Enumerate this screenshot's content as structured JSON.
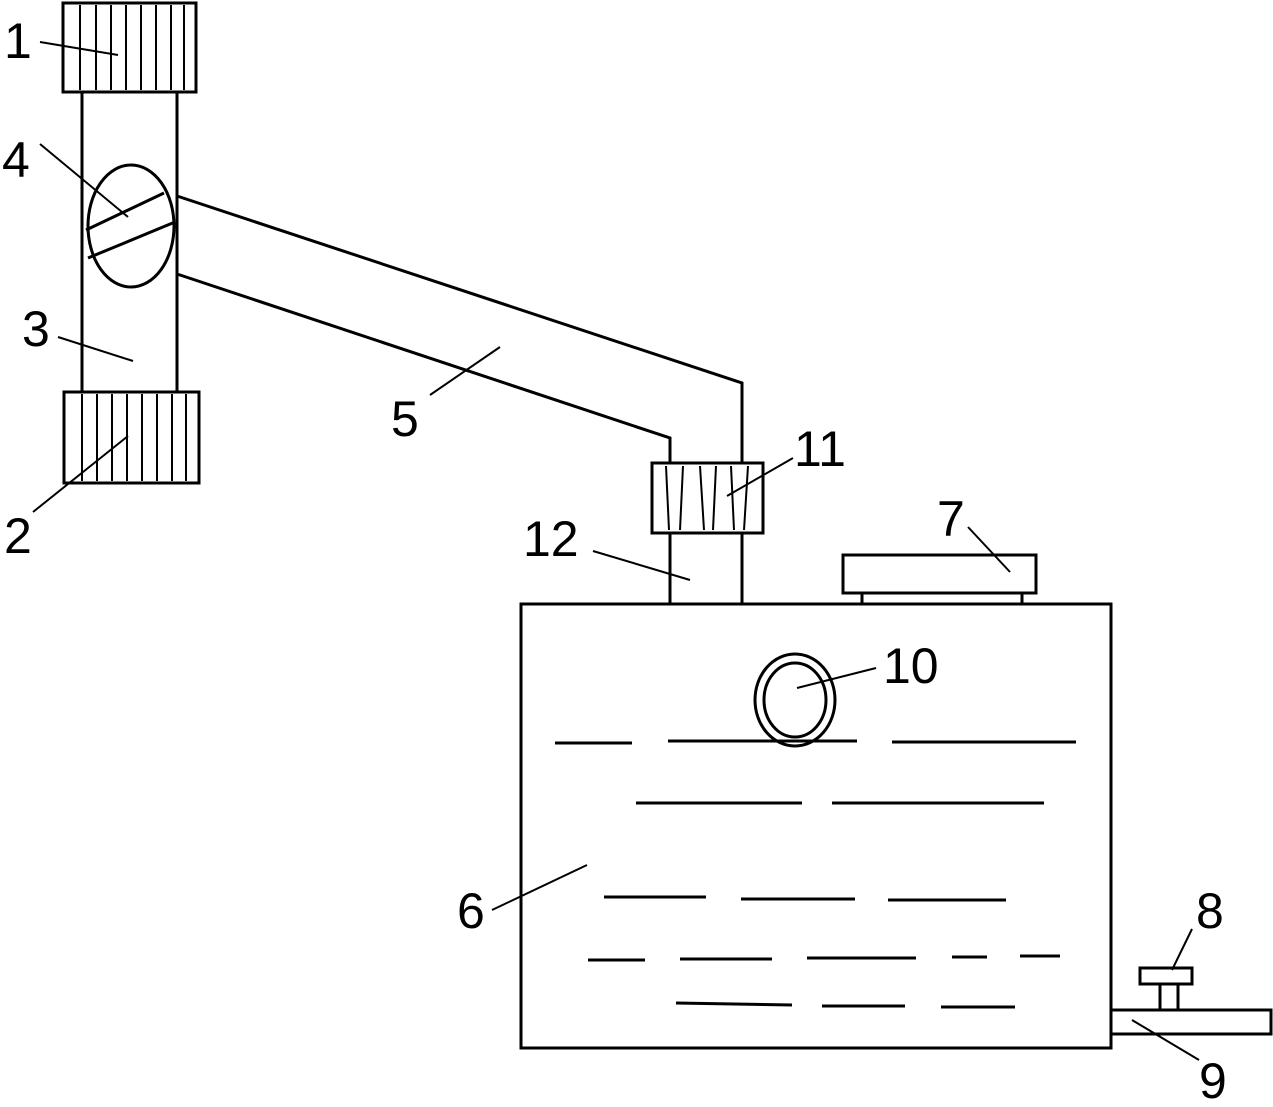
{
  "labels": {
    "l1": "1",
    "l2": "2",
    "l3": "3",
    "l4": "4",
    "l5": "5",
    "l6": "6",
    "l7": "7",
    "l8": "8",
    "l9": "9",
    "l10": "10",
    "l11": "11",
    "l12": "12"
  },
  "colors": {
    "stroke": "#000000",
    "background": "#ffffff"
  }
}
